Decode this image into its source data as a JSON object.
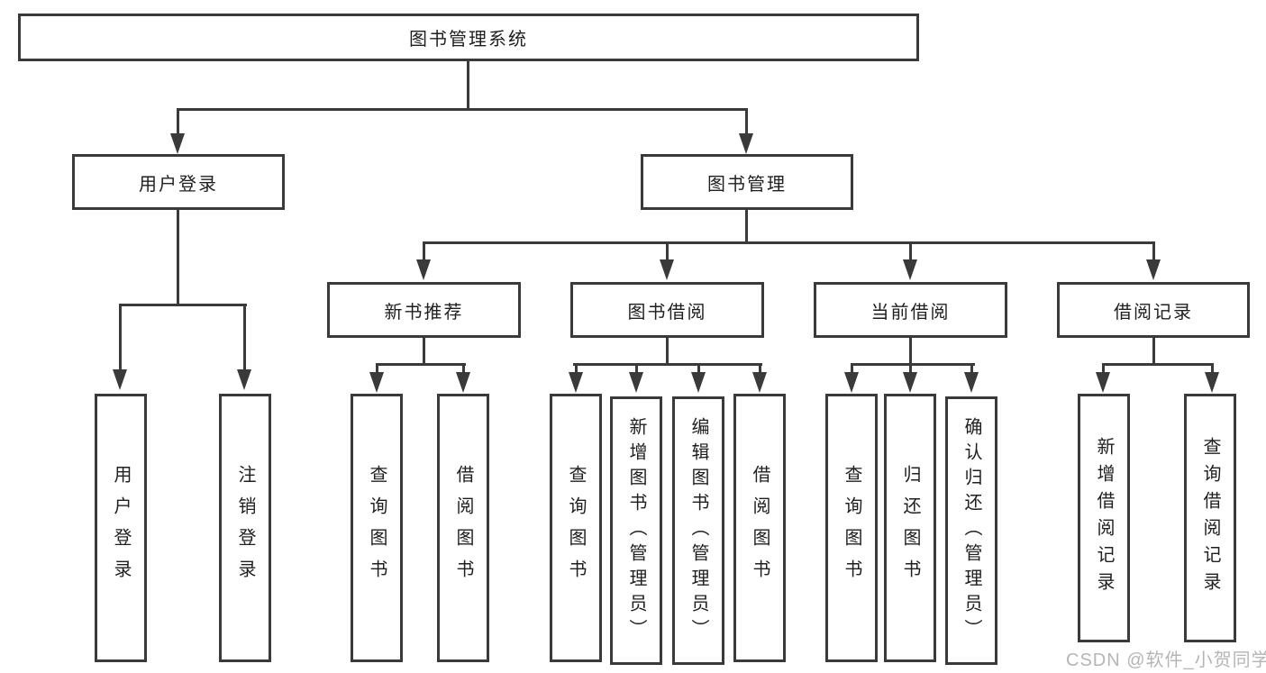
{
  "diagram": {
    "root": {
      "label": "图书管理系统"
    },
    "level2": {
      "user_login": {
        "label": "用户登录"
      },
      "book_mgmt": {
        "label": "图书管理"
      }
    },
    "level3": {
      "new_book": {
        "label": "新书推荐"
      },
      "book_borrow": {
        "label": "图书借阅"
      },
      "current_borrow": {
        "label": "当前借阅"
      },
      "borrow_record": {
        "label": "借阅记录"
      }
    },
    "leaves": {
      "user_login": [
        "用户登录",
        "注销登录"
      ],
      "new_book": [
        "查询图书",
        "借阅图书"
      ],
      "book_borrow": [
        "查询图书",
        "新增图书（管理员）",
        "编辑图书（管理员）",
        "借阅图书"
      ],
      "current_borrow": [
        "查询图书",
        "归还图书",
        "确认归还（管理员）"
      ],
      "borrow_record": [
        "新增借阅记录",
        "查询借阅记录"
      ]
    }
  },
  "watermark": "CSDN @软件_小贺同学",
  "colors": {
    "line": "#3a3a3a",
    "text": "#1f1f1f",
    "watermark": "#b5b5b5",
    "background": "#ffffff"
  }
}
